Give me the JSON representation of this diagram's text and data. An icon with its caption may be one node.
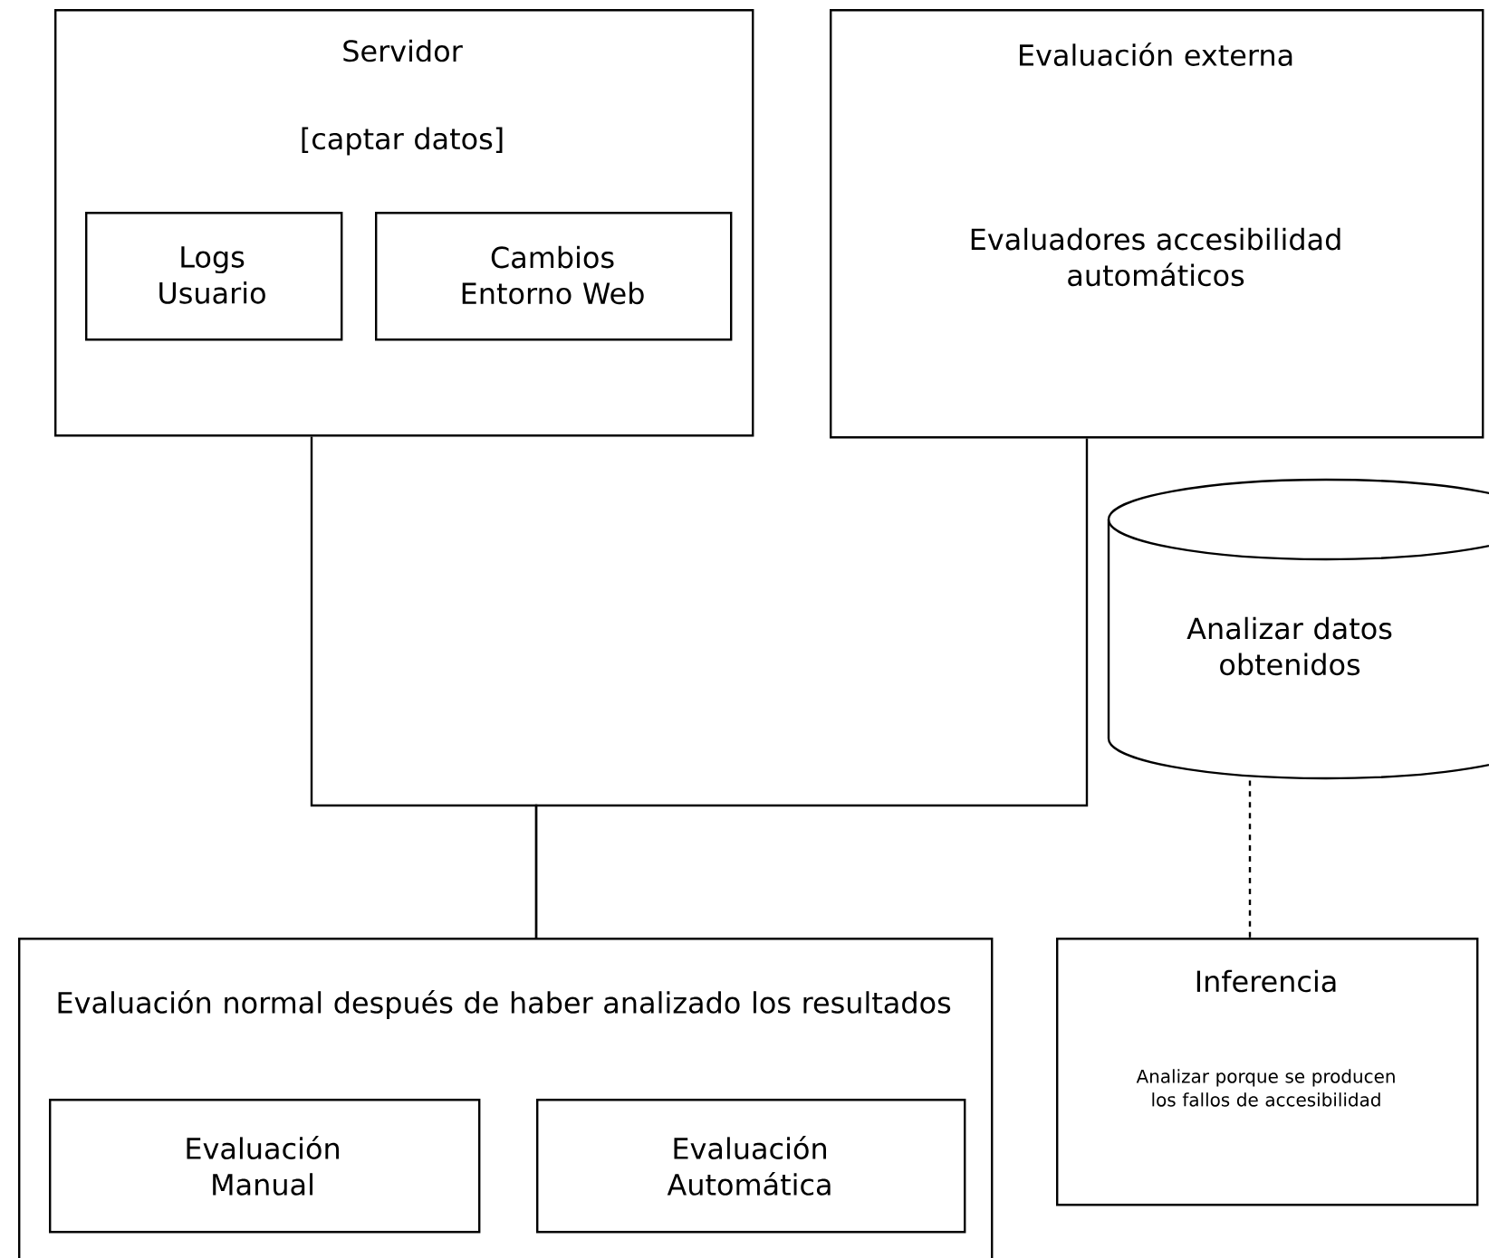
{
  "diagram": {
    "nodes": [
      {
        "text": [
          "Servidor",
          "[captar datos]"
        ]
      },
      {
        "text": [
          "Logs Usuario"
        ],
        "in": 0
      },
      {
        "text": [
          "Cambios Entorno Web"
        ],
        "in": 0
      },
      {
        "text": [
          "Evaluación externa",
          "Evaluadores accesibilidad automáticos"
        ]
      },
      {
        "text": [
          "Analizar datos obtenidos"
        ]
      },
      {
        "text": [
          "Evaluación normal después de haber analizado los resultados"
        ]
      },
      {
        "text": [
          "Evaluación Manual"
        ],
        "in": 5
      },
      {
        "text": [
          "Evaluación Automática"
        ],
        "in": 5
      },
      {
        "text": [
          "Inferencia",
          "Analizar porque se producen los fallos de accesibilidad"
        ]
      }
    ],
    "edges": [
      {
        "from": 0,
        "to": 5,
        "arrow": "none"
      },
      {
        "from": 3,
        "to": 5,
        "arrow": "none"
      },
      {
        "from": 4,
        "to": 8,
        "arrow": "none",
        "style": "dashed"
      }
    ]
  }
}
